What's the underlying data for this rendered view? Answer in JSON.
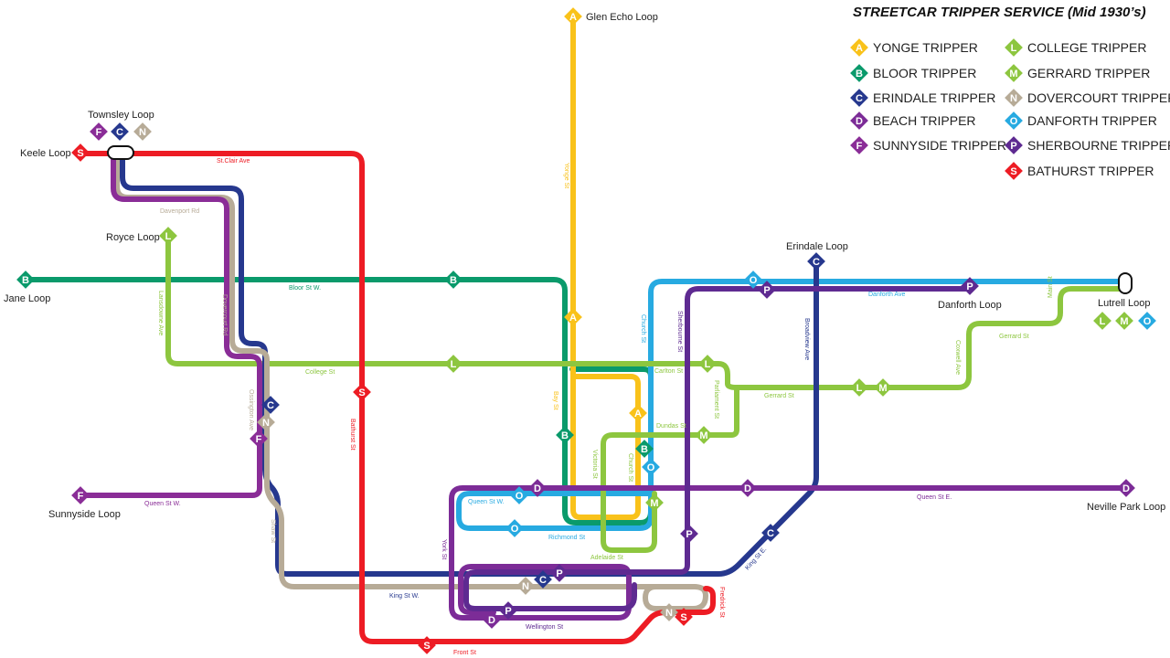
{
  "title": "STREETCAR TRIPPER SERVICE (Mid 1930’s)",
  "legend": [
    {
      "letter": "A",
      "name": "YONGE TRIPPER",
      "color": "#f9c21a"
    },
    {
      "letter": "B",
      "name": "BLOOR TRIPPER",
      "color": "#0a9a6b"
    },
    {
      "letter": "C",
      "name": "ERINDALE TRIPPER",
      "color": "#26388e"
    },
    {
      "letter": "D",
      "name": "BEACH TRIPPER",
      "color": "#7c2c97"
    },
    {
      "letter": "F",
      "name": "SUNNYSIDE TRIPPER",
      "color": "#8a2d97"
    },
    {
      "letter": "L",
      "name": "COLLEGE TRIPPER",
      "color": "#8dc63f"
    },
    {
      "letter": "M",
      "name": "GERRARD TRIPPER",
      "color": "#8dc63f"
    },
    {
      "letter": "N",
      "name": "DOVERCOURT TRIPPER",
      "color": "#b7ab97"
    },
    {
      "letter": "O",
      "name": "DANFORTH TRIPPER",
      "color": "#27aae1"
    },
    {
      "letter": "P",
      "name": "SHERBOURNE TRIPPER",
      "color": "#5e2a91"
    },
    {
      "letter": "S",
      "name": "BATHURST TRIPPER",
      "color": "#ed1c24"
    }
  ],
  "loops": {
    "glen_echo": "Glen Echo Loop",
    "townsley": "Townsley Loop",
    "keele": "Keele Loop",
    "royce": "Royce Loop",
    "jane": "Jane Loop",
    "erindale": "Erindale Loop",
    "danforth": "Danforth Loop",
    "lutrell": "Lutrell Loop",
    "sunnyside": "Sunnyside Loop",
    "neville_park": "Neville Park Loop"
  },
  "streets": {
    "st_clair": "St.Clair Ave",
    "yonge": "Yonge St",
    "davenport": "Davenport Rd",
    "bloor": "Bloor St W.",
    "lansdowne": "Lansdowne Ave",
    "dovercourt": "Dovercourt Rd",
    "college": "College St",
    "ossington": "Ossington Ave",
    "bathurst": "Bathurst St",
    "bay": "Bay St",
    "church_n": "Church St",
    "sherbourne": "Sherbourne St",
    "broadview": "Broadview Ave",
    "danforth_ave": "Danforth Ave",
    "main": "Main St",
    "coxwell": "Coxwell Ave",
    "gerrard_e": "Gerrard St",
    "gerrard": "Gerrard St",
    "carlton": "Carlton St",
    "parliament": "Parliament St",
    "dundas": "Dundas St",
    "victoria": "Victoria St",
    "church_s": "Church St",
    "queen_w_west": "Queen St W.",
    "queen_w": "Queen St W.",
    "queen_e": "Queen St E.",
    "richmond": "Richmond St",
    "adelaide": "Adelaide St",
    "shaw": "Shaw St",
    "york": "York St",
    "king_w": "King St W.",
    "king_e": "King St E.",
    "wellington": "Wellington St",
    "front": "Front St",
    "fredrick": "Fredrick St"
  }
}
